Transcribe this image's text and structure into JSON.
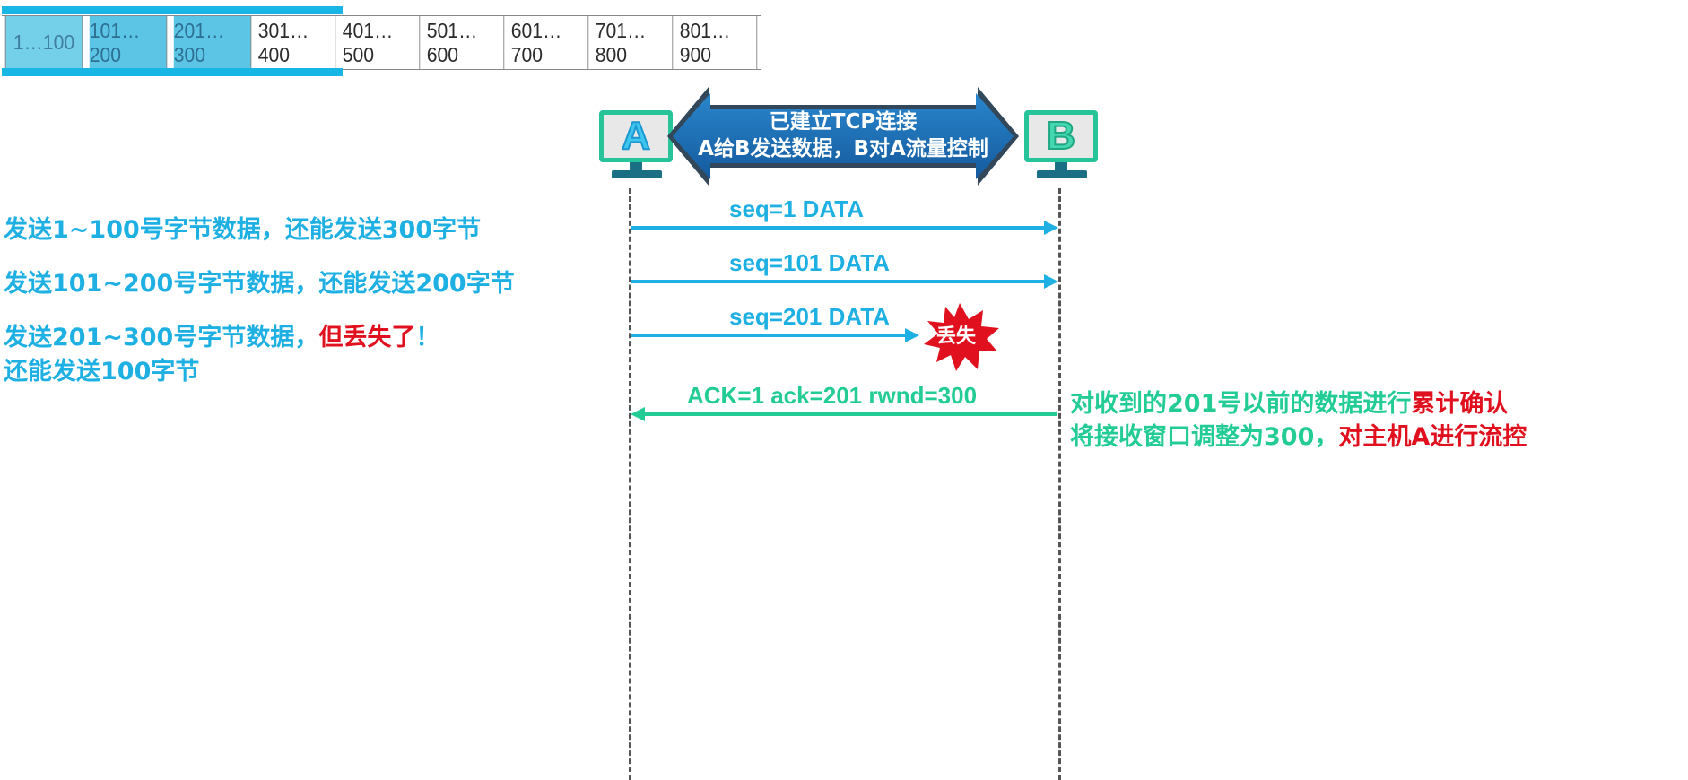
{
  "byte_blocks": [
    {
      "label": "1…100",
      "state": "sent"
    },
    {
      "label": "101…200",
      "state": "sent"
    },
    {
      "label": "201…300",
      "state": "sent"
    },
    {
      "label": "301…400",
      "state": "unsent"
    },
    {
      "label": "401…500",
      "state": "unsent"
    },
    {
      "label": "501…600",
      "state": "unsent"
    },
    {
      "label": "601…700",
      "state": "unsent"
    },
    {
      "label": "701…800",
      "state": "unsent"
    },
    {
      "label": "801…900",
      "state": "unsent"
    }
  ],
  "hosts": {
    "a": "A",
    "b": "B"
  },
  "connection_banner": {
    "line1": "已建立TCP连接",
    "line2": "A给B发送数据，B对A流量控制"
  },
  "segments": [
    {
      "label": "seq=1   DATA"
    },
    {
      "label": "seq=101   DATA"
    },
    {
      "label": "seq=201   DATA",
      "lost_label": "丢失"
    },
    {
      "label": "ACK=1   ack=201    rwnd=300"
    }
  ],
  "left_notes": {
    "note1": "发送1~100号字节数据，还能发送300字节",
    "note2": "发送101~200号字节数据，还能发送200字节",
    "note3_main": "发送201~300号字节数据，",
    "note3_red": "但丢失了",
    "note3_end": "！",
    "note4": "还能发送100字节"
  },
  "right_notes": {
    "line1_main": "对收到的201号以前的数据进行",
    "line1_red": "累计确认",
    "line2_main": "将接收窗口调整为300，",
    "line2_red": "对主机A进行流控"
  },
  "colors": {
    "sender_blue": "#1fb0e3",
    "receiver_green": "#22cc94",
    "alert_red": "#e0101e",
    "banner_blue": "#1f6fb8"
  }
}
